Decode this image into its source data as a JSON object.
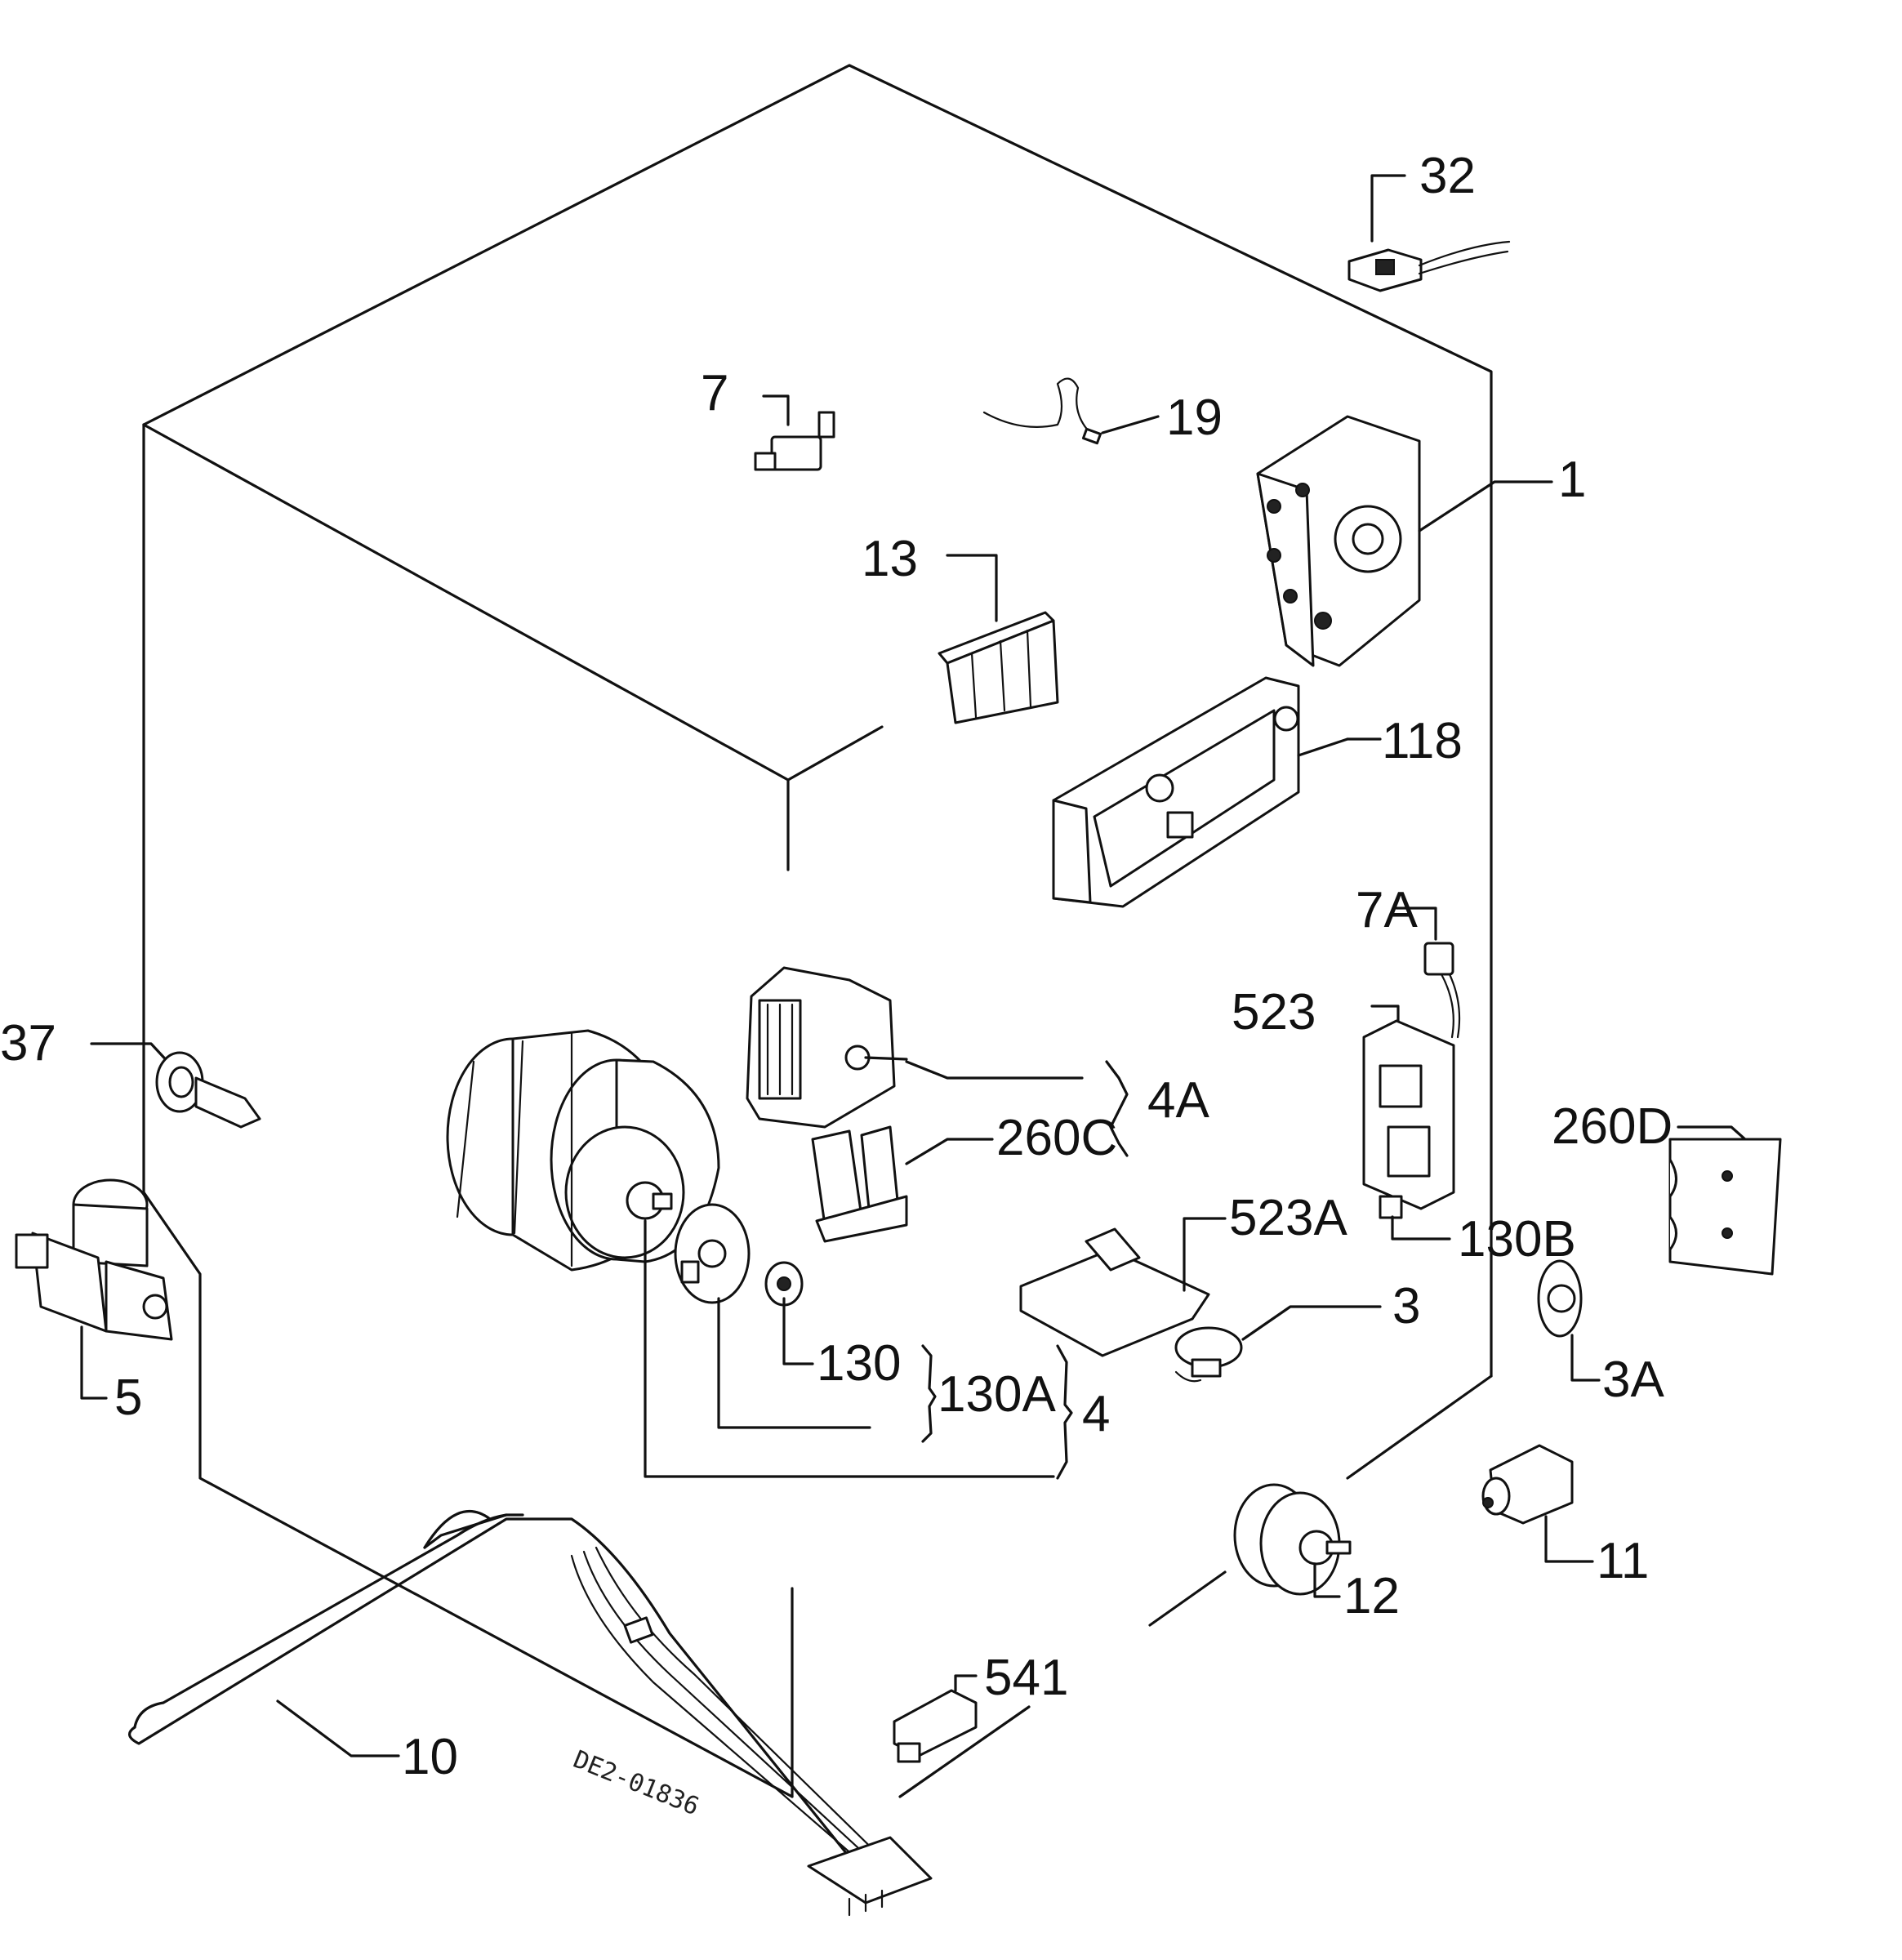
{
  "labels": {
    "l32": "32",
    "l7": "7",
    "l19": "19",
    "l1": "1",
    "l13": "13",
    "l118": "118",
    "l7a": "7A",
    "l523": "523",
    "l37": "37",
    "l4a": "4A",
    "l260c": "260C",
    "l260d": "260D",
    "l523a": "523A",
    "l130b": "130B",
    "l3": "3",
    "l3a": "3A",
    "l5": "5",
    "l130": "130",
    "l130a": "130A",
    "l4": "4",
    "l11": "11",
    "l12": "12",
    "l541": "541",
    "l10": "10"
  },
  "drawing_code": "DE2-01836"
}
